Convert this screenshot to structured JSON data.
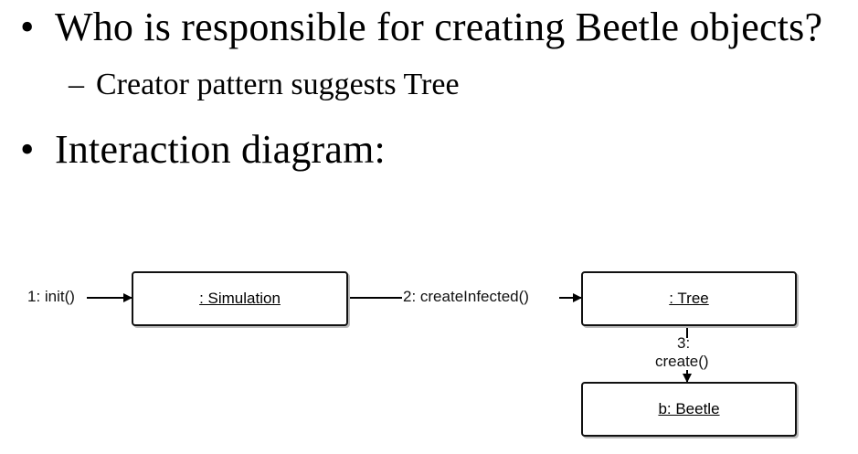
{
  "slide": {
    "bullets": [
      {
        "level": 1,
        "text": "Who is responsible for creating Beetle objects?"
      },
      {
        "level": 2,
        "text": "Creator pattern suggests Tree"
      },
      {
        "level": 1,
        "text": "Interaction diagram:"
      }
    ],
    "bullet_glyph": "•",
    "sub_bullet_glyph": "–"
  },
  "diagram": {
    "objects": {
      "simulation": ": Simulation",
      "tree": ": Tree",
      "beetle": "b: Beetle"
    },
    "messages": {
      "m1": "1: init()",
      "m2": "2: createInfected()",
      "m3_num": "3:",
      "m3_name": "create()"
    }
  }
}
